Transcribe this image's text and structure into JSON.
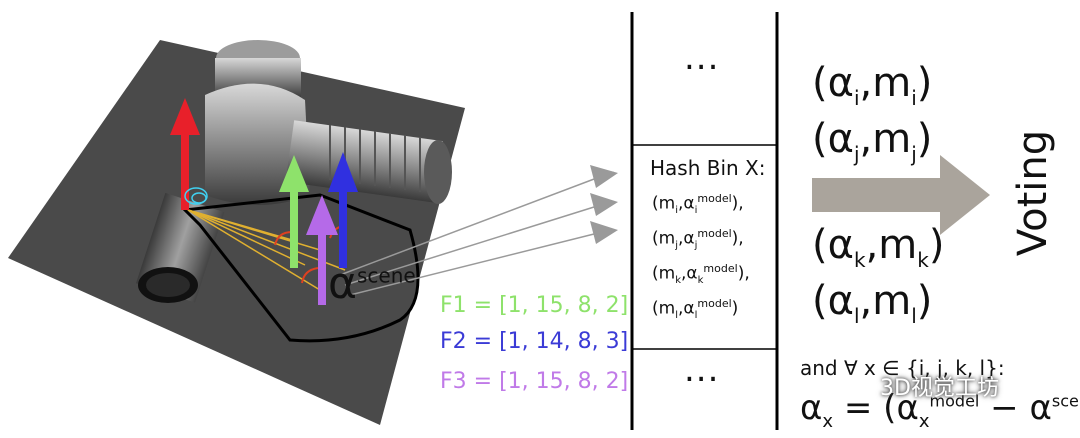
{
  "table": {
    "top_ellipsis": "...",
    "bottom_ellipsis": "...",
    "hash_bin_title": "Hash Bin X:",
    "entries": [
      {
        "m": "m",
        "sub": "i",
        "alpha": "α",
        "sup": "model",
        "suffix": "),"
      },
      {
        "m": "m",
        "sub": "j",
        "alpha": "α",
        "sup": "model",
        "suffix": "),"
      },
      {
        "m": "m",
        "sub": "k",
        "alpha": "α",
        "sup": "model",
        "suffix": "),"
      },
      {
        "m": "m",
        "sub": "l",
        "alpha": "α",
        "sup": "model",
        "suffix": ")"
      }
    ]
  },
  "pairs_top": [
    {
      "alpha": "α",
      "sub": "i",
      "m": "m",
      "msub": "i"
    },
    {
      "alpha": "α",
      "sub": "j",
      "m": "m",
      "msub": "j"
    }
  ],
  "pairs_bottom": [
    {
      "alpha": "α",
      "sub": "k",
      "m": "m",
      "msub": "k"
    },
    {
      "alpha": "α",
      "sub": "l",
      "m": "m",
      "msub": "l"
    }
  ],
  "voting_label": "Voting",
  "features": [
    {
      "text": "F1 = [1, 15, 8, 2]",
      "color": "#8ee26b"
    },
    {
      "text": "F2 = [1, 14, 8, 3]",
      "color": "#3b3bd6"
    },
    {
      "text": "F3 = [1, 15, 8, 2]",
      "color": "#c07ae8"
    }
  ],
  "scene_label": {
    "alpha": "α",
    "sup": "scene"
  },
  "forall_text": "and ∀ x ∈ {i, j, k, l}:",
  "formula": {
    "lhs": "α",
    "lhs_sub": "x",
    "eq": " = (",
    "a1": "α",
    "a1_sub": "x",
    "a1_sup": "model",
    "minus": " − ",
    "a2": "α",
    "a2_sup": "scene",
    "close": ")"
  },
  "watermark": "3D视觉工坊",
  "colors": {
    "red_arrow": "#e8202a",
    "green_arrow": "#8ee26b",
    "purple_arrow": "#b56ae8",
    "blue_arrow": "#3030e0",
    "voting_arrow": "#aaa49c",
    "plate": "#4a4a4a"
  }
}
